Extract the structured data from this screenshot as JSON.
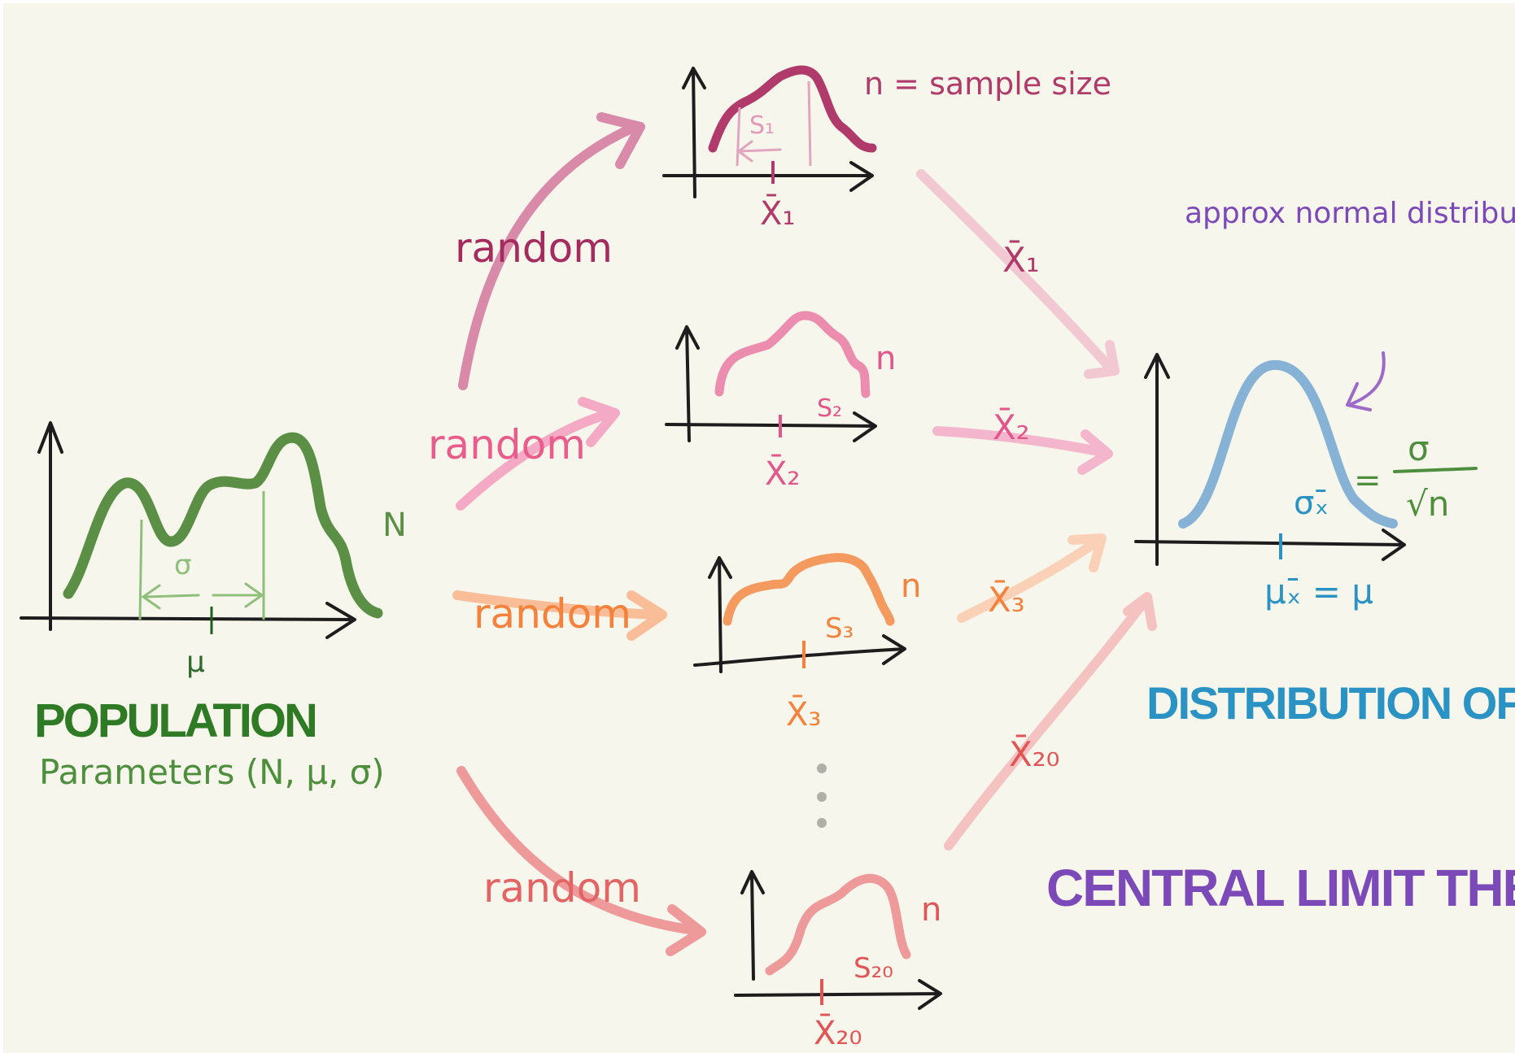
{
  "population": {
    "title": "POPULATION",
    "params": "Parameters (N, μ, σ)",
    "label_n": "N",
    "label_mu": "μ",
    "label_sigma": "σ"
  },
  "arrow_label": "random",
  "samples": [
    {
      "s": "S₁",
      "xbar": "X̄₁",
      "n": "n = sample size"
    },
    {
      "s": "S₂",
      "xbar": "X̄₂",
      "n": "n"
    },
    {
      "s": "S₃",
      "xbar": "X̄₃",
      "n": "n"
    },
    {
      "s": "S₂₀",
      "xbar": "X̄₂₀",
      "n": "n"
    }
  ],
  "result": {
    "annotation": "approx normal distribution",
    "sigma_formula_lhs": "σₓ̄",
    "sigma_formula_num": "σ",
    "sigma_formula_den": "√n",
    "mean_formula": "μₓ̄ = μ",
    "title": "DISTRIBUTION OF THE SAMPLE MEAN",
    "theorem": "CENTRAL LIMIT THEOREM"
  },
  "colors": {
    "background": "#f7f6ec",
    "population": "#5a8f45",
    "population_dark": "#2f7a24",
    "sample1": "#b03a6a",
    "sample2": "#ec8db0",
    "sample3": "#f59a5e",
    "sample20": "#e97a7a",
    "normal_curve": "#86b2d6",
    "cyan_text": "#2a93c4",
    "purple": "#7c4ab8",
    "axis": "#1d1d1d"
  }
}
